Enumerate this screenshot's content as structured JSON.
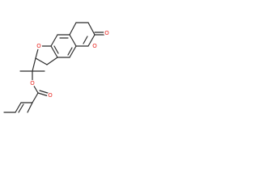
{
  "molecule": {
    "atoms": {
      "carbonyl_oxygen": "O",
      "ring_oxygen_lactone": "O",
      "ring_oxygen_furan": "O",
      "ester_oxygen": "O",
      "ester_carbonyl_oxygen": "O"
    },
    "colors": {
      "bond": "#2b2b2b",
      "oxygen": "#e8231d",
      "background": "#ffffff"
    }
  }
}
